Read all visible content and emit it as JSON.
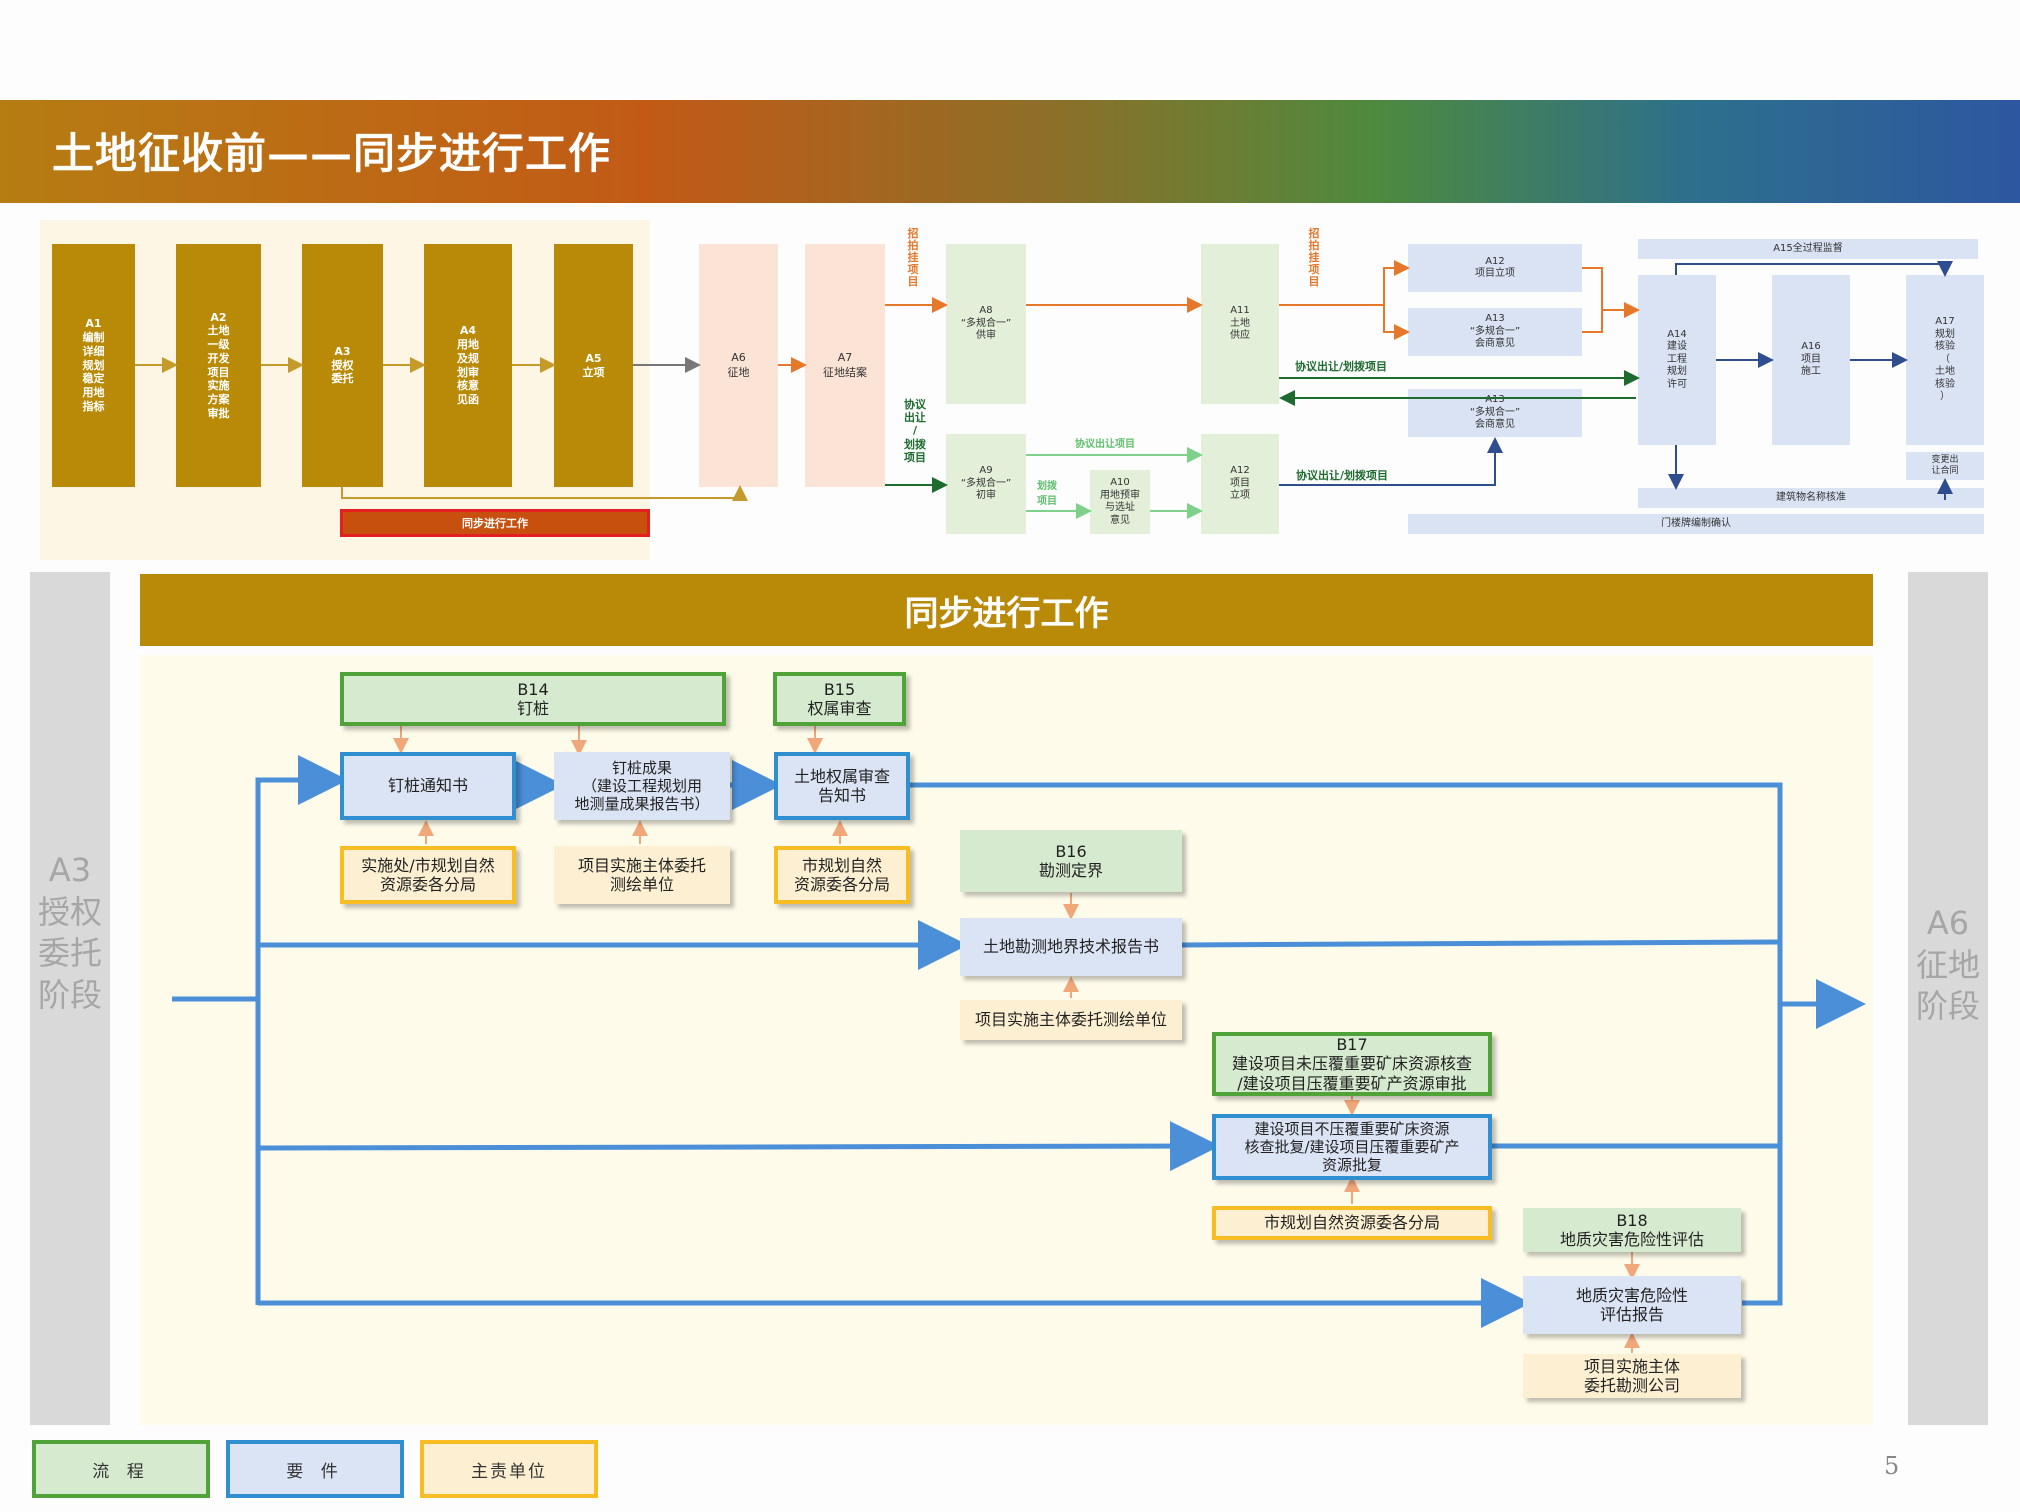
{
  "title": "土地征收前——同步进行工作",
  "top_flow": {
    "gold_steps": [
      "A1\n编制\n详细\n规划\n稳定\n用地\n指标",
      "A2\n土地\n一级\n开发\n项目\n实施\n方案\n审批",
      "A3\n授权\n委托",
      "A4\n用地\n及规\n划审\n核意\n见函",
      "A5\n立项"
    ],
    "a6": "A6\n征地",
    "a7": "A7\n征地结案",
    "label_auction_1": "招\n拍\n挂\n项\n目",
    "label_agreement": "协议\n出让\n/\n划拨\n项目",
    "a8": "A8\n“多规合一”\n供审",
    "a9": "A9\n“多规合一”\n初审",
    "label_agreement_small": "协议出让项目",
    "label_allocation": "划拨\n项目",
    "a10": "A10\n用地预审\n与选址\n意见",
    "a11": "A11\n土地\n供应",
    "a12_left": "A12\n项目\n立项",
    "label_auction_2": "招\n拍\n挂\n项\n目",
    "label_agree_alloc_1": "协议出让/划拨项目",
    "label_agree_alloc_2": "协议出让/划拨项目",
    "a12_right": "A12\n项目立项",
    "a13_upper": "A13\n“多规合一”\n会商意见",
    "a13_lower": "A13\n“多规合一”\n会商意见",
    "a15_top": "A15全过程监督",
    "a14": "A14\n建设\n工程\n规划\n许可",
    "a16": "A16\n项目\n施工",
    "a17": "A17\n规划\n核验\n（\n土地\n核验\n）",
    "transfer_contract": "变更出\n让合同",
    "building_name": "建筑物名称核准",
    "door_plate": "门楼牌编制确认",
    "sync_label": "同步进行工作"
  },
  "side": {
    "left": "A3\n授权\n委托\n阶段",
    "right": "A6\n征地\n阶段"
  },
  "main": {
    "header": "同步进行工作",
    "b14": "B14\n钉桩",
    "b15": "B15\n权属审查",
    "doc_pile_notice": "钉桩通知书",
    "doc_pile_result": "钉桩成果\n（建设工程规划用\n地测量成果报告书）",
    "doc_ownership": "土地权属审查\n告知书",
    "unit_pile_notice": "实施处/市规划自然\n资源委各分局",
    "unit_pile_result": "项目实施主体委托\n测绘单位",
    "unit_ownership": "市规划自然\n资源委各分局",
    "b16": "B16\n勘测定界",
    "doc_survey": "土地勘测地界技术报告书",
    "unit_survey": "项目实施主体委托测绘单位",
    "b17": "B17\n建设项目未压覆重要矿床资源核查\n/建设项目压覆重要矿产资源审批",
    "doc_mineral": "建设项目不压覆重要矿床资源\n核查批复/建设项目压覆重要矿产\n资源批复",
    "unit_mineral": "市规划自然资源委各分局",
    "b18": "B18\n地质灾害危险性评估",
    "doc_geo": "地质灾害危险性\n评估报告",
    "unit_geo": "项目实施主体\n委托勘测公司"
  },
  "legend": {
    "process": "流 程",
    "document": "要 件",
    "unit": "主责单位"
  },
  "page_number": "5",
  "colors": {
    "gold": "#b98a08",
    "process_border": "#4fa339",
    "document_border": "#2f8fd0",
    "unit_border": "#f7bd23",
    "connector_blue": "#4a8fd8",
    "orange_arrow": "#e6782c",
    "green_arrow": "#1e6b2f"
  }
}
